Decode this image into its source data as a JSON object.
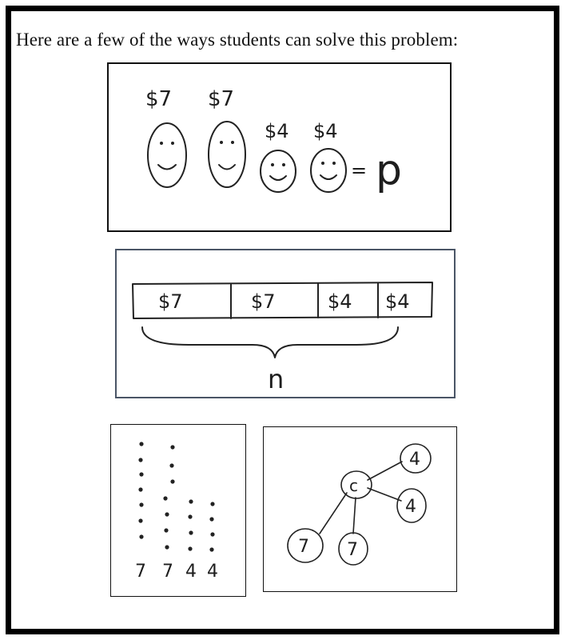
{
  "heading": "Here are a few of the ways students can solve this problem:",
  "panel_faces": {
    "labels": [
      "$7",
      "$7",
      "$4",
      "$4"
    ],
    "equation_sign": "=",
    "result": "p"
  },
  "panel_tape": {
    "segments": [
      "$7",
      "$7",
      "$4",
      "$4"
    ],
    "total": "n"
  },
  "panel_dots": {
    "columns": [
      {
        "label": "7",
        "dots": 7
      },
      {
        "label": "7",
        "dots": 7
      },
      {
        "label": "4",
        "dots": 4
      },
      {
        "label": "4",
        "dots": 4
      }
    ]
  },
  "panel_web": {
    "center": "c",
    "nodes": [
      "4",
      "4",
      "7",
      "7"
    ]
  }
}
